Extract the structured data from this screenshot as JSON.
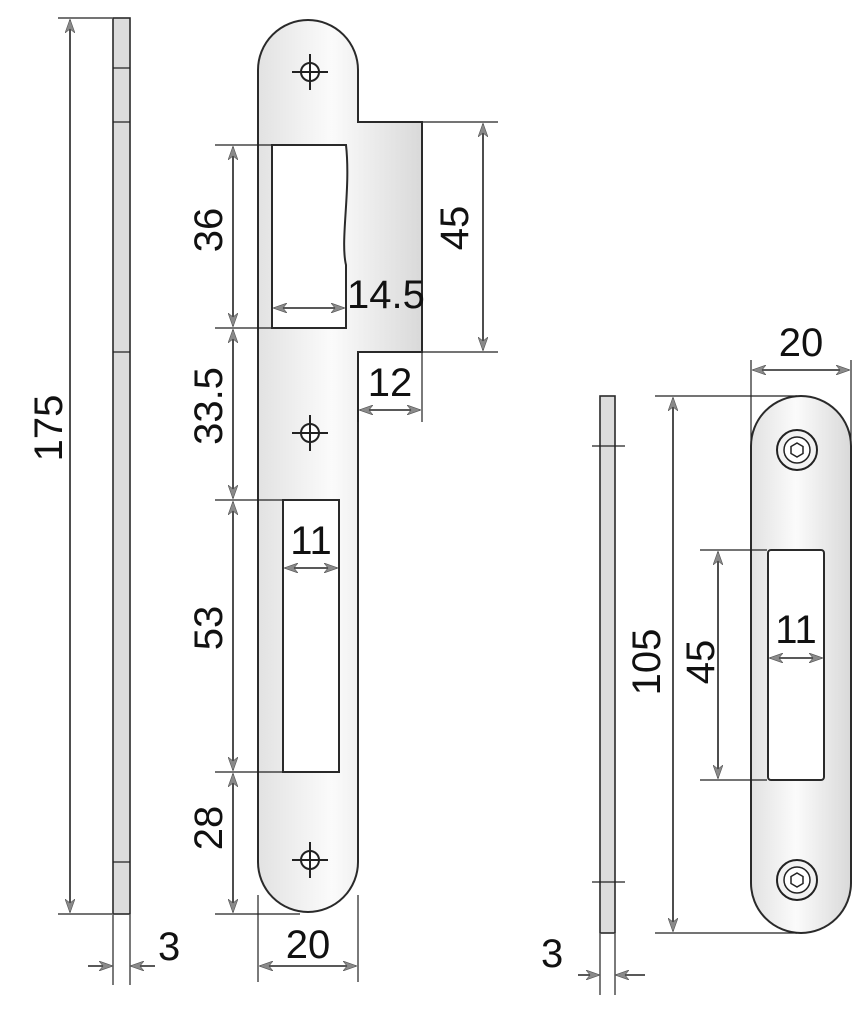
{
  "colors": {
    "line": "#222222",
    "metal_light": "#fafafa",
    "metal_dark": "#cfcfcf",
    "arrow": "#8a8a8a"
  },
  "icons": [
    "screw-hole-cross-icon",
    "hex-screw-icon",
    "dimension-arrow-icon"
  ],
  "long_strike": {
    "overall_length": "175",
    "thickness": "3",
    "width": "20",
    "upper_opening_height": "36",
    "upper_opening_width": "14.5",
    "tab_height": "45",
    "tab_width": "12",
    "spacing_between_openings": "33.5",
    "lower_opening_height": "53",
    "lower_opening_width": "11",
    "bottom_distance": "28"
  },
  "short_strike": {
    "overall_length": "105",
    "thickness": "3",
    "width": "20",
    "opening_height": "45",
    "opening_width": "11"
  }
}
